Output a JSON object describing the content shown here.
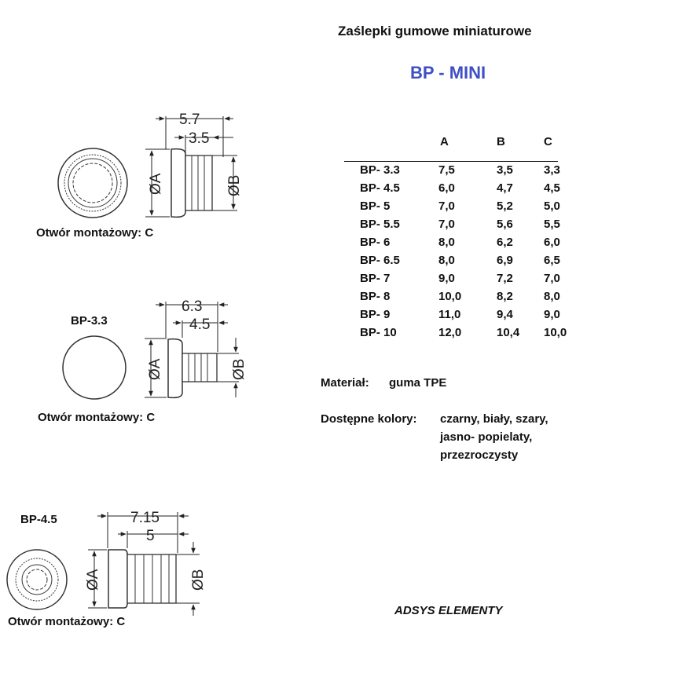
{
  "title": "Zaślepki gumowe miniaturowe",
  "subtitle": "BP - MINI",
  "drawings": {
    "d1": {
      "overall": "5.7",
      "shank": "3.5",
      "dia_a": "ØA",
      "dia_b": "ØB",
      "caption": "Otwór montażowy:  C"
    },
    "d2": {
      "label": "BP-3.3",
      "overall": "6.3",
      "shank": "4.5",
      "dia_a": "ØA",
      "dia_b": "ØB",
      "caption": "Otwór montażowy:  C"
    },
    "d3": {
      "label": "BP-4.5",
      "overall": "7.15",
      "shank": "5",
      "dia_a": "ØA",
      "dia_b": "ØB",
      "caption": "Otwór montażowy:  C"
    }
  },
  "table": {
    "headers": [
      "",
      "A",
      "B",
      "C"
    ],
    "rows": [
      [
        "BP- 3.3",
        "7,5",
        "3,5",
        "3,3"
      ],
      [
        "BP- 4.5",
        "6,0",
        "4,7",
        "4,5"
      ],
      [
        "BP- 5",
        "7,0",
        "5,2",
        "5,0"
      ],
      [
        "BP- 5.5",
        "7,0",
        "5,6",
        "5,5"
      ],
      [
        "BP- 6",
        "8,0",
        "6,2",
        "6,0"
      ],
      [
        "BP- 6.5",
        "8,0",
        "6,9",
        "6,5"
      ],
      [
        "BP- 7",
        "9,0",
        "7,2",
        "7,0"
      ],
      [
        "BP- 8",
        "10,0",
        "8,2",
        "8,0"
      ],
      [
        "BP- 9",
        "11,0",
        "9,4",
        "9,0"
      ],
      [
        "BP- 10",
        "12,0",
        "10,4",
        "10,0"
      ]
    ]
  },
  "material": {
    "label": "Materiał:",
    "value": "guma  TPE"
  },
  "colors": {
    "label": "Dostępne kolory:",
    "lines": [
      "czarny,   biały,    szary,",
      "jasno- popielaty,",
      "przezroczysty"
    ]
  },
  "footer": "ADSYS ELEMENTY"
}
